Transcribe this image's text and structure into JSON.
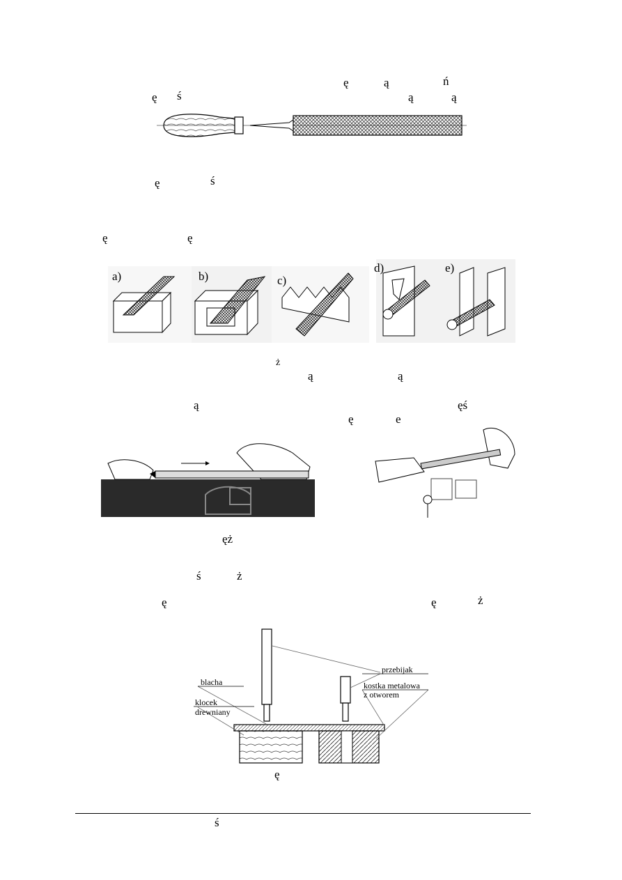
{
  "text_fragments": {
    "p1_a": "ę",
    "p1_b": "ą",
    "p1_c": "ń",
    "p2_a": "ę",
    "p2_b": "ś",
    "p2_c": "ą",
    "p2_d": "ą",
    "p3_a": "ę",
    "p3_b": "ś",
    "p4_a": "ę",
    "p4_b": "ę",
    "p5_a": "ż",
    "p6_a": "ą",
    "p6_b": "ą",
    "p7_a": "ą",
    "p7_b": "ęś",
    "p8_a": "ę",
    "p8_b": "ę",
    "p9_a": "ęż",
    "p10_a": "ś",
    "p10_b": "ż",
    "p11_a": "ę",
    "p11_b": "ę",
    "p11_c": "ż",
    "fig5_caption": "ę",
    "footer": "ś"
  },
  "figure2": {
    "labels": [
      "a)",
      "b)",
      "c)",
      "d)",
      "e)"
    ]
  },
  "figure5": {
    "label_przebijak": "przebijak",
    "label_blacha": "blacha",
    "label_klocek_1": "klocek",
    "label_klocek_2": "drewniany",
    "label_kostka_1": "kostka metalowa",
    "label_kostka_2": "z otworem"
  }
}
